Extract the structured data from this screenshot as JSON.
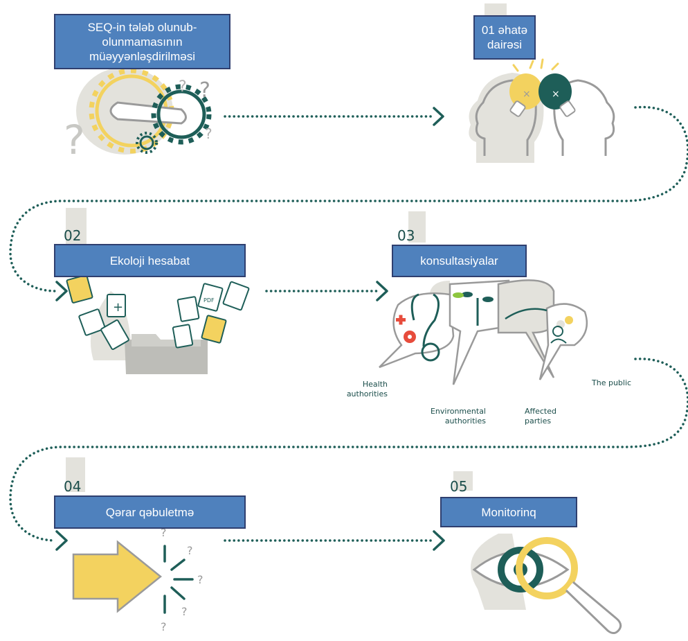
{
  "colors": {
    "box_fill": "#4f81bd",
    "box_border": "#2f3f6f",
    "teal": "#1e5e58",
    "yellow": "#f3d25f",
    "grey": "#e3e2dc"
  },
  "steps": [
    {
      "label": "SEQ-in tələb olunub-olunmamasının müəyyənləşdirilməsi",
      "number": ""
    },
    {
      "label": "01 əhatə dairəsi",
      "number": ""
    },
    {
      "label": "Ekoloji hesabat",
      "number": "02"
    },
    {
      "label": "konsultasiyalar",
      "number": "03"
    },
    {
      "label": "Qərar qəbuletmə",
      "number": "04"
    },
    {
      "label": "Monitorinq",
      "number": "05"
    }
  ],
  "consultation_labels": {
    "health": "Health authorities",
    "environmental": "Environmental authorities",
    "affected": "Affected parties",
    "public": "The public"
  },
  "icons": [
    "gears-question-icon",
    "heads-lightbulb-icon",
    "documents-folder-icon",
    "speech-bubbles-icon",
    "arrow-decision-icon",
    "eye-magnifier-icon"
  ]
}
